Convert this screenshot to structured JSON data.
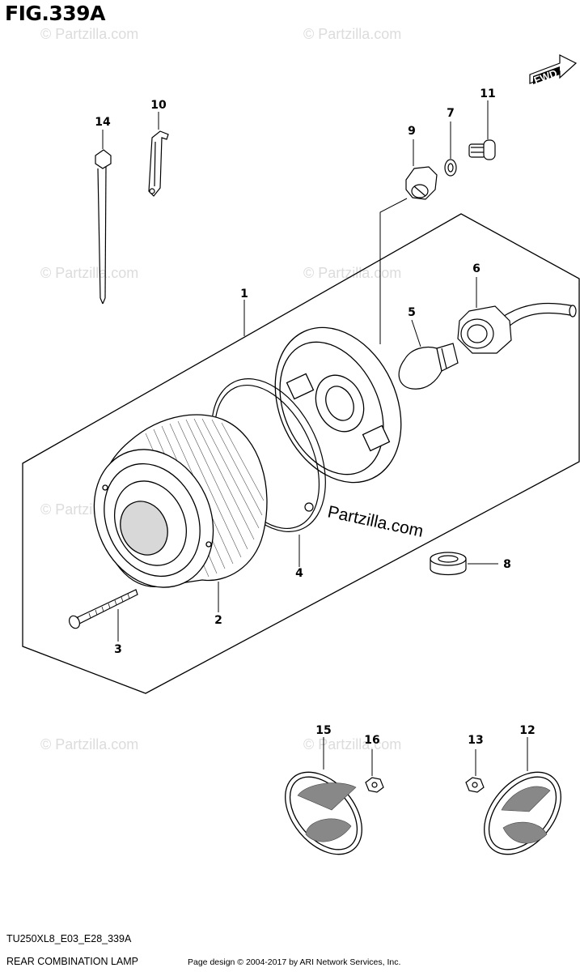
{
  "figure": {
    "title": "FIG.339A",
    "code": "TU250XL8_E03_E28_339A",
    "name": "REAR COMBINATION LAMP",
    "copyright": "Page design © 2004-2017 by ARI Network Services, Inc.",
    "direction_label": "FWD"
  },
  "watermarks": {
    "faint": "© Partzilla.com",
    "main": "Partzilla.com"
  },
  "callouts": {
    "c1": "1",
    "c2": "2",
    "c3": "3",
    "c4": "4",
    "c5": "5",
    "c6": "6",
    "c7": "7",
    "c8": "8",
    "c9": "9",
    "c10": "10",
    "c11": "11",
    "c12": "12",
    "c13": "13",
    "c14": "14",
    "c15": "15",
    "c16": "16"
  }
}
